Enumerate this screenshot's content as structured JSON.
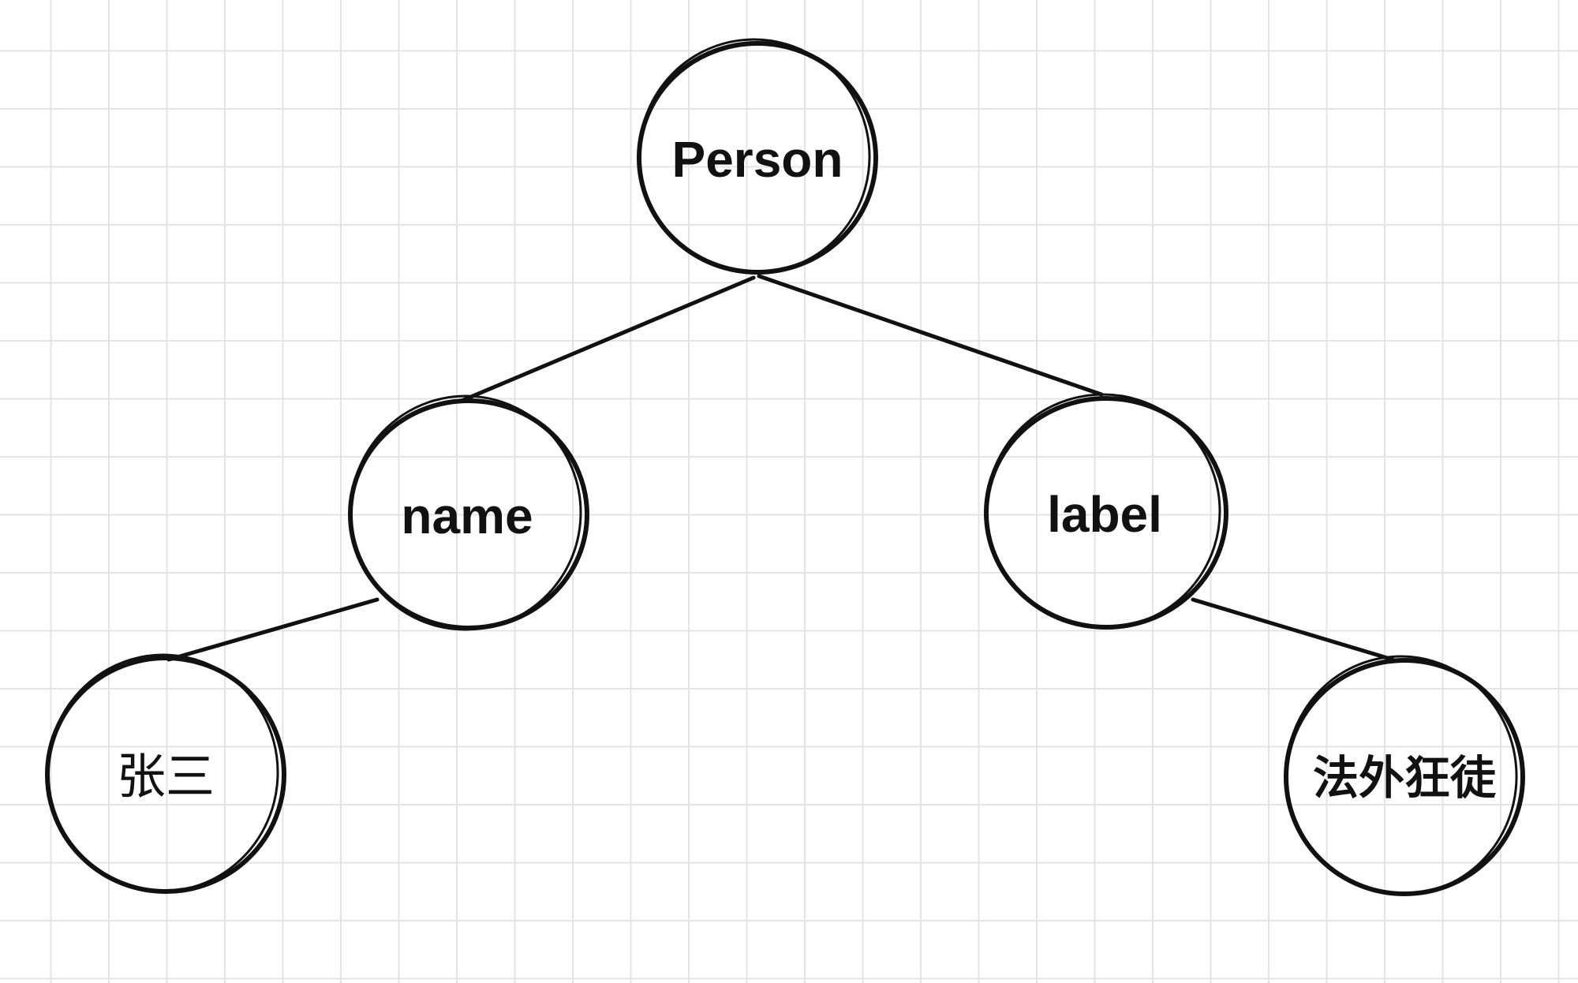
{
  "diagram": {
    "nodes": [
      {
        "id": "person",
        "label": "Person"
      },
      {
        "id": "name",
        "label": "name"
      },
      {
        "id": "label",
        "label": "label"
      },
      {
        "id": "zhangsan",
        "label": "张三"
      },
      {
        "id": "outlaw",
        "label": "法外狂徒"
      }
    ],
    "edges": [
      {
        "from": "person",
        "to": "name"
      },
      {
        "from": "person",
        "to": "label"
      },
      {
        "from": "name",
        "to": "zhangsan"
      },
      {
        "from": "label",
        "to": "outlaw"
      }
    ]
  }
}
